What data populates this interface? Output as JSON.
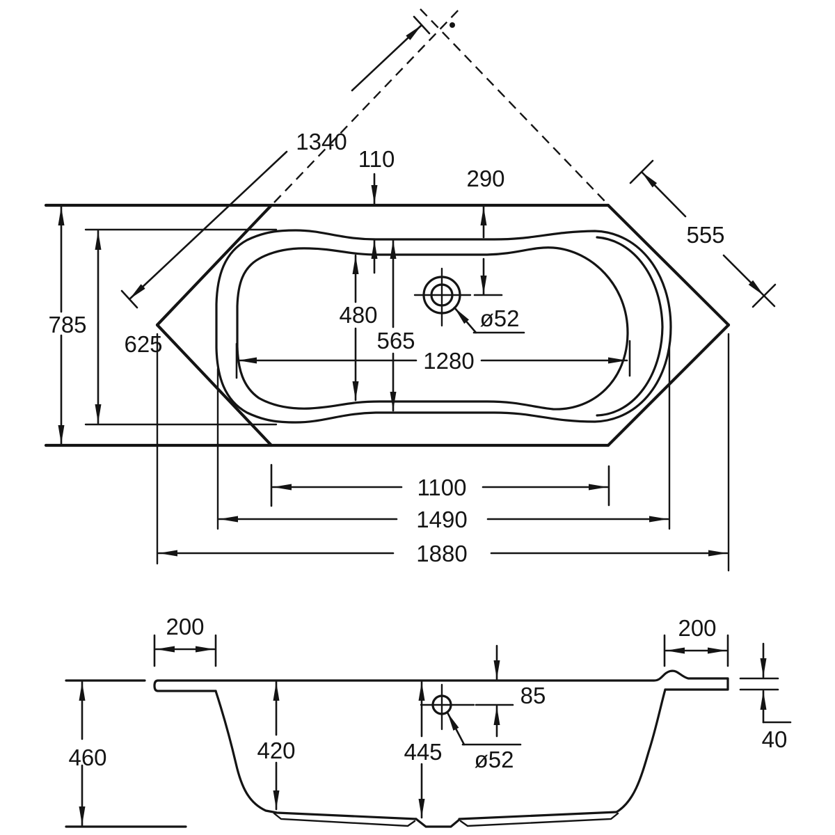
{
  "drawing": {
    "title": "corner-bathtub-dimension-drawing",
    "paper_color": "#ffffff",
    "ink_color": "#141414"
  },
  "labels": {
    "diagonal_1340": "1340",
    "offset_110": "110",
    "drain_top_290": "290",
    "edge_555": "555",
    "height_785": "785",
    "inner_height_625": "625",
    "basin_width_480": "480",
    "rim_width_565": "565",
    "basin_length_1280": "1280",
    "drain_dia_top": "ø52",
    "bottom_length_1100": "1100",
    "rim_length_1490": "1490",
    "overall_length_1880": "1880",
    "rim_left_200": "200",
    "rim_right_200": "200",
    "overall_height_460": "460",
    "basin_depth_420": "420",
    "drain_depth_445": "445",
    "drain_offset_85": "85",
    "rim_thickness_40": "40",
    "drain_dia_side": "ø52"
  }
}
